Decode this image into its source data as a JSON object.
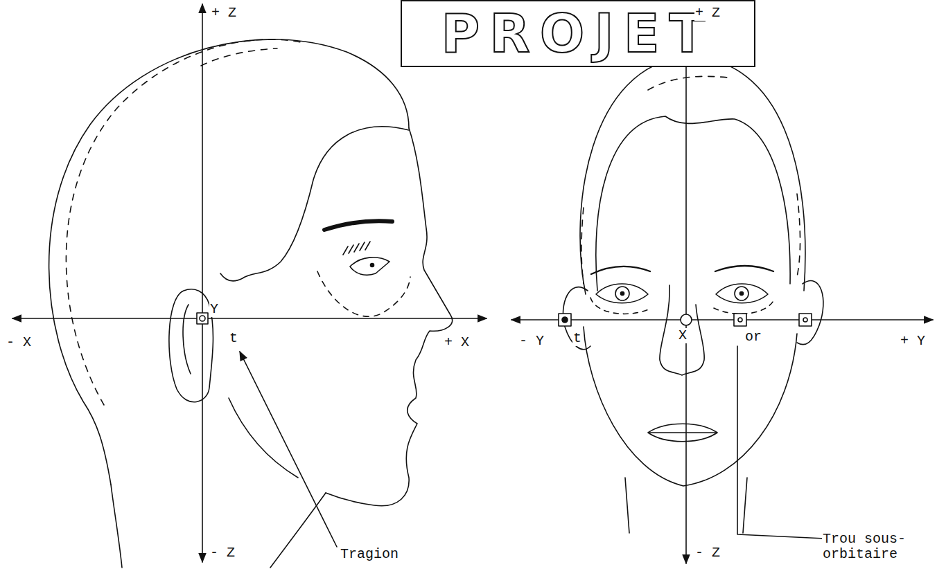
{
  "diagram": {
    "nodes": [
      {
        "text": [
          "PROJET"
        ]
      }
    ],
    "labels": [
      "+ Z",
      "- X",
      "+ X",
      "Y",
      "t",
      "- Z",
      "Tragion",
      "+ Z",
      "- Y",
      "t",
      "X",
      "or",
      "+ Y",
      "- Z",
      "Trou sous-orbitaire"
    ]
  }
}
